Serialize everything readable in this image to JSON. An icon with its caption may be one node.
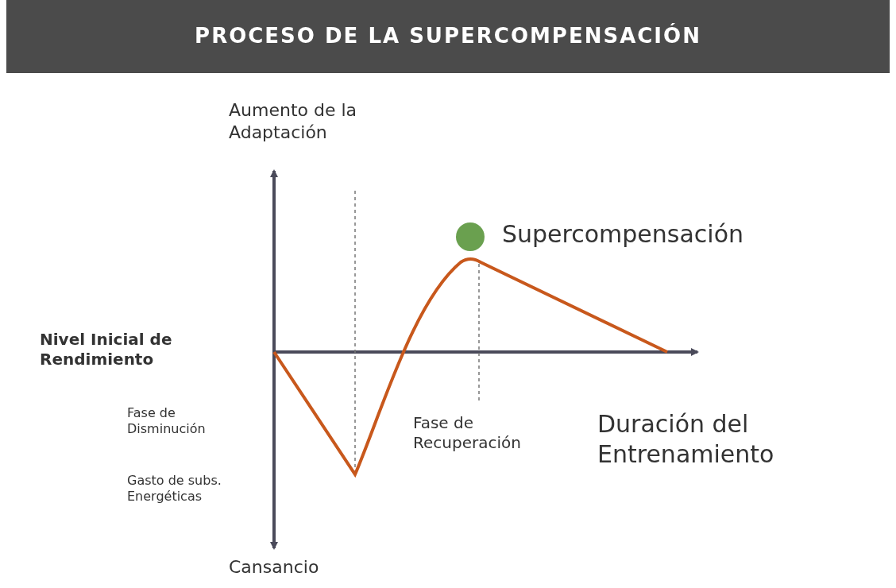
{
  "diagram": {
    "title": "PROCESO DE LA SUPERCOMPENSACIÓN",
    "labels": [
      "Aumento de la Adaptación",
      "Supercompensación",
      "Nivel Inicial de Rendimiento",
      "Fase de Disminución",
      "Fase de Recuperación",
      "Duración del Entrenamiento",
      "Gasto de subs. Energéticas",
      "Cansancio"
    ]
  }
}
